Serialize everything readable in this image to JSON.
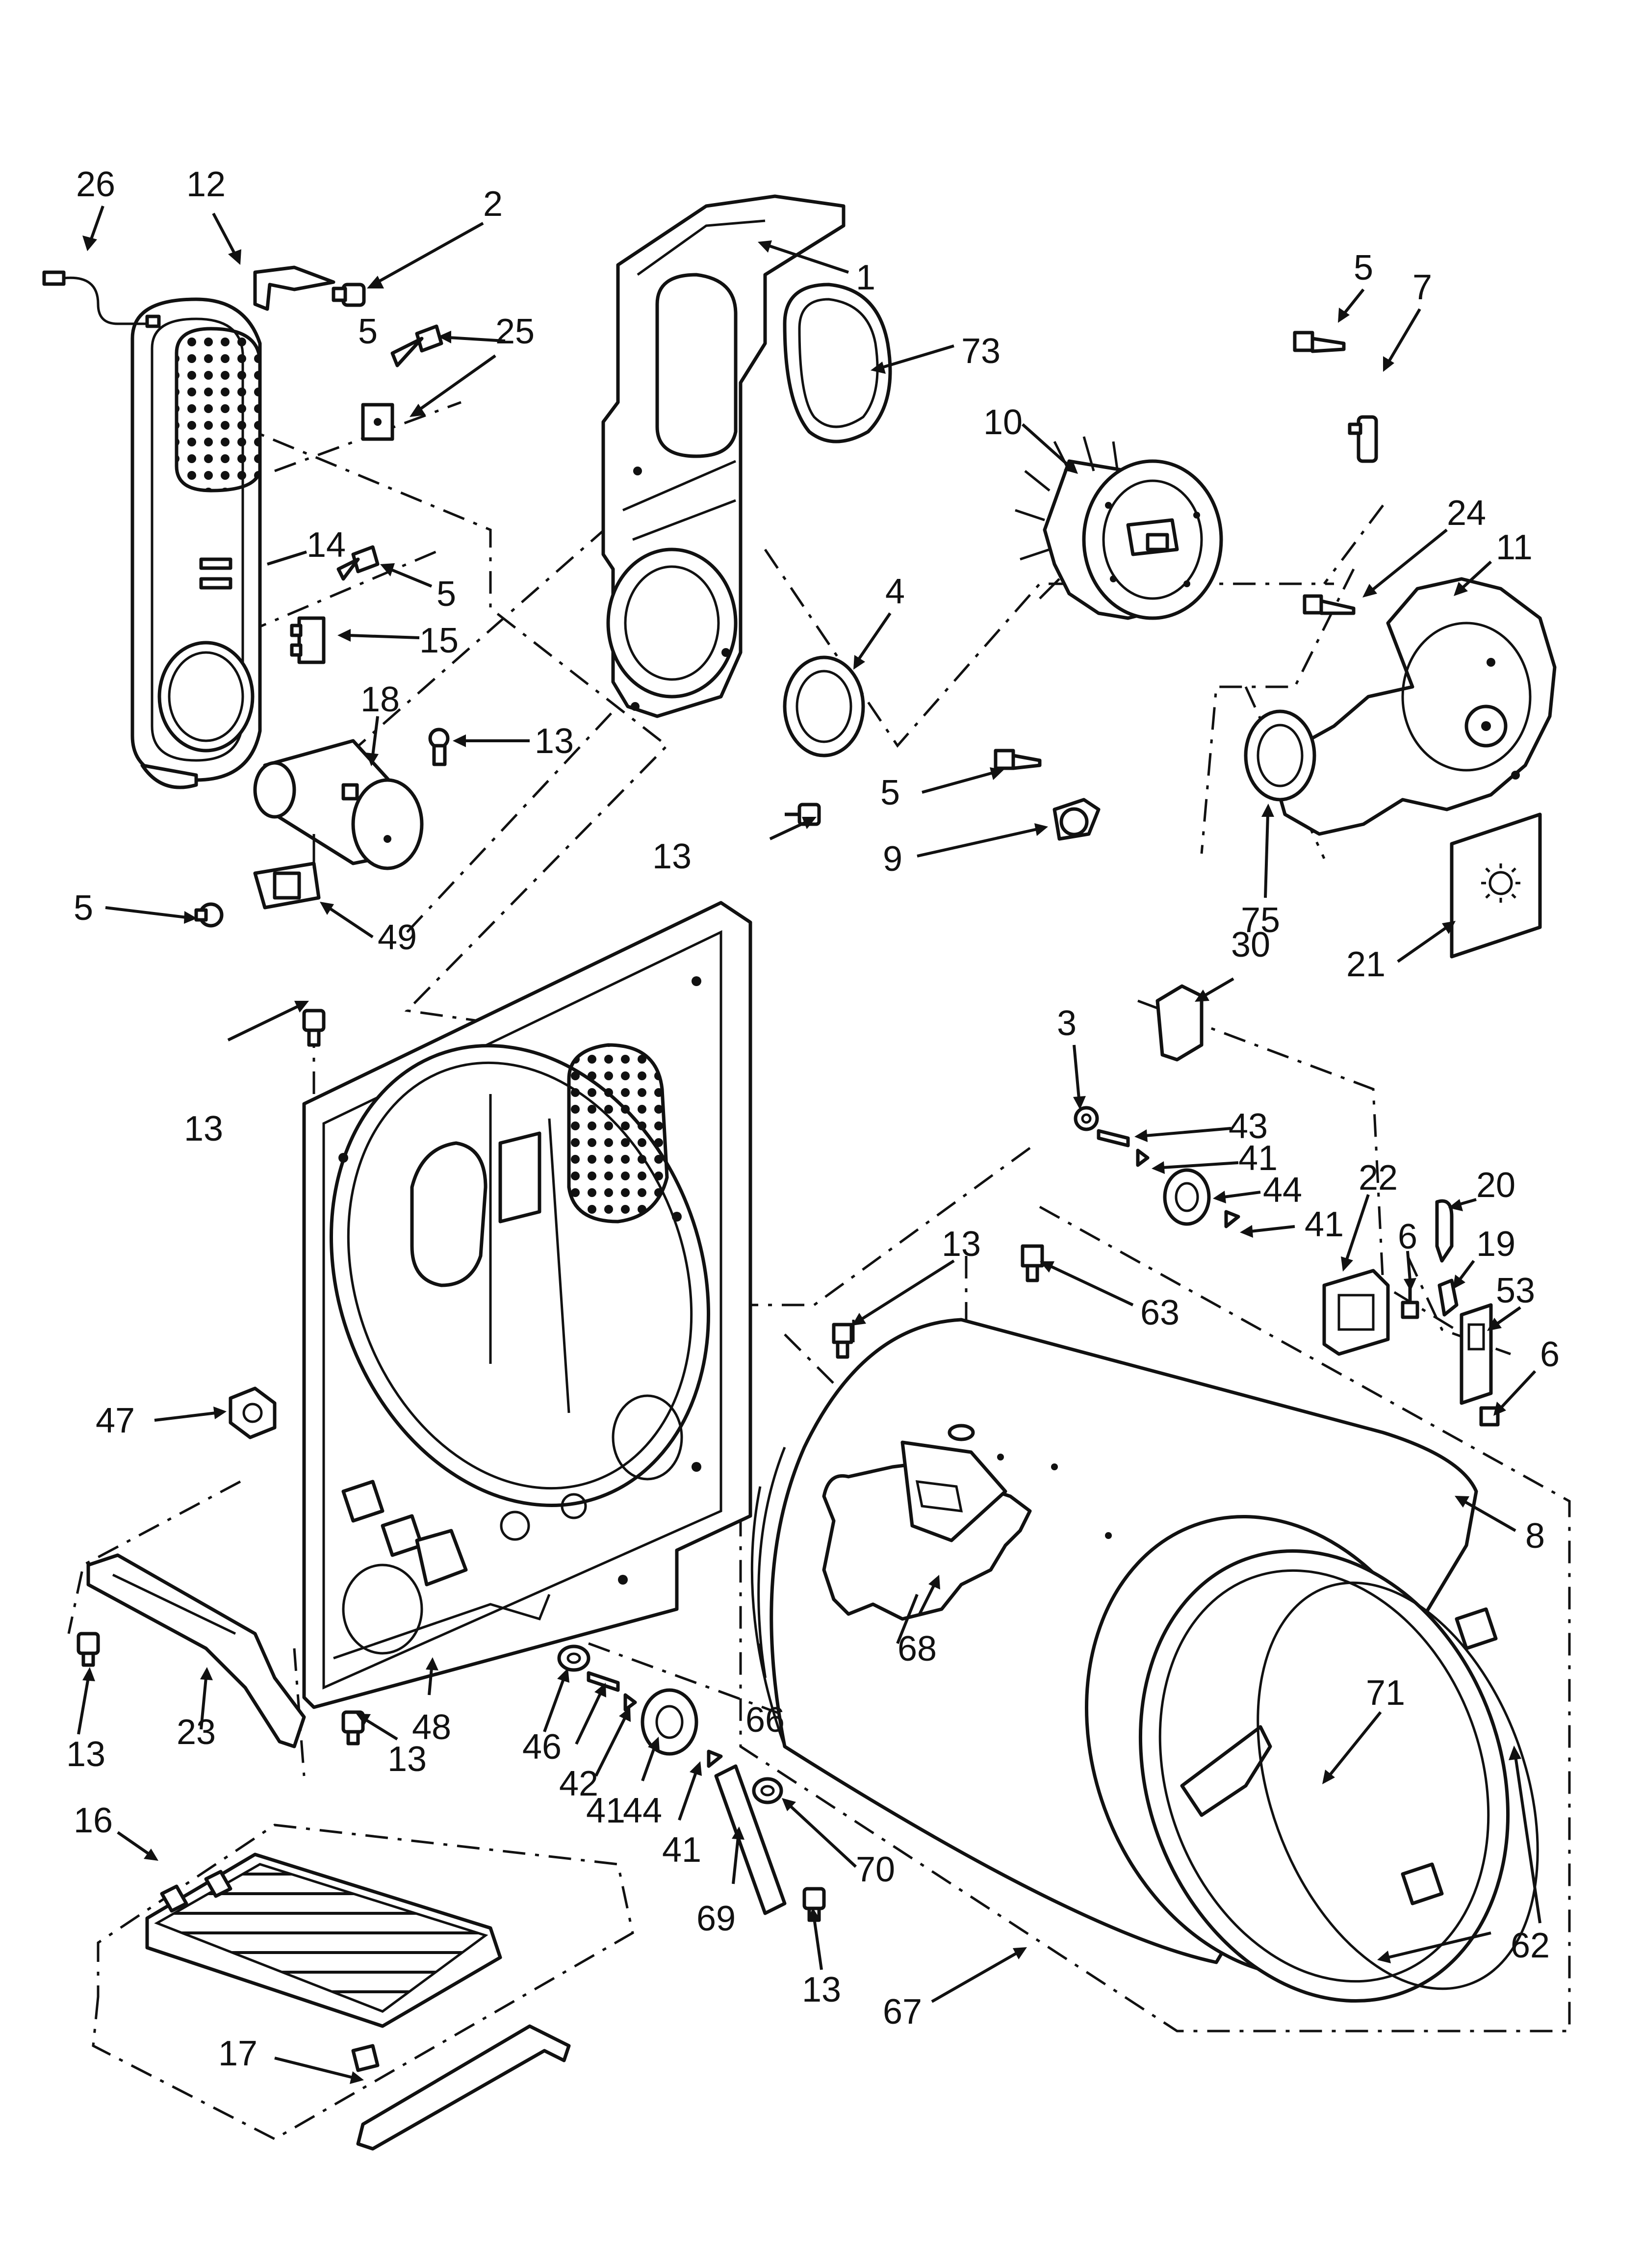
{
  "diagram": {
    "type": "exploded-parts-view",
    "ink_color": "#111111",
    "background": "#ffffff"
  },
  "callouts": [
    "26",
    "12",
    "2",
    "5",
    "25",
    "14",
    "5",
    "15",
    "18",
    "13",
    "13",
    "5",
    "49",
    "1",
    "73",
    "4",
    "10",
    "5",
    "7",
    "24",
    "11",
    "5",
    "9",
    "75",
    "21",
    "30",
    "13",
    "3",
    "43",
    "41",
    "44",
    "41",
    "22",
    "20",
    "6",
    "19",
    "53",
    "6",
    "13",
    "63",
    "8",
    "47",
    "68",
    "66",
    "71",
    "23",
    "48",
    "46",
    "42",
    "41",
    "44",
    "41",
    "69",
    "70",
    "62",
    "16",
    "13",
    "13",
    "17",
    "13",
    "67"
  ]
}
